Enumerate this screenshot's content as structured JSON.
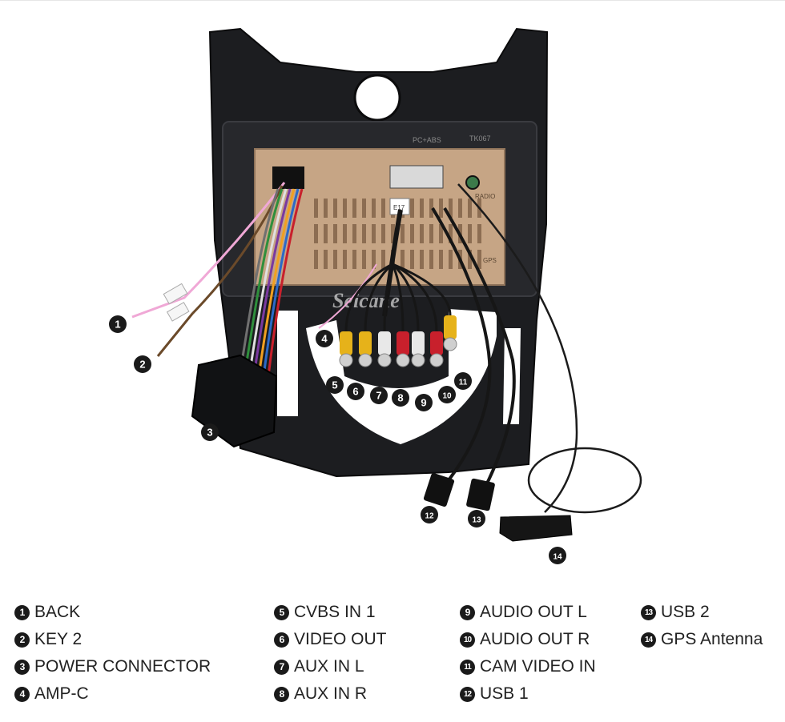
{
  "watermark": "Seicane",
  "housing_marks": {
    "pc_label": "PC+ABS",
    "model_code": "TK067",
    "radio_label": "RADIO",
    "gps_label": "GPS",
    "tag_label": "E17"
  },
  "legend": {
    "col1": [
      {
        "num": "1",
        "label": "BACK"
      },
      {
        "num": "2",
        "label": "KEY 2"
      },
      {
        "num": "3",
        "label": "POWER CONNECTOR"
      },
      {
        "num": "4",
        "label": "AMP-C"
      }
    ],
    "col2": [
      {
        "num": "5",
        "label": "CVBS IN 1"
      },
      {
        "num": "6",
        "label": "VIDEO OUT"
      },
      {
        "num": "7",
        "label": "AUX IN L"
      },
      {
        "num": "8",
        "label": "AUX IN R"
      }
    ],
    "col3": [
      {
        "num": "9",
        "label": "AUDIO OUT L"
      },
      {
        "num": "10",
        "label": "AUDIO OUT R"
      },
      {
        "num": "11",
        "label": "CAM VIDEO IN"
      },
      {
        "num": "12",
        "label": "USB 1"
      }
    ],
    "col4": [
      {
        "num": "13",
        "label": "USB 2"
      },
      {
        "num": "14",
        "label": "GPS Antenna"
      }
    ]
  },
  "colors": {
    "frame": "#1c1d20",
    "unit": "#c6a585",
    "rca_yellow": "#e6b21a",
    "rca_red": "#c8202c",
    "rca_white": "#e8e8e8",
    "badge": "#1a1a1a"
  }
}
